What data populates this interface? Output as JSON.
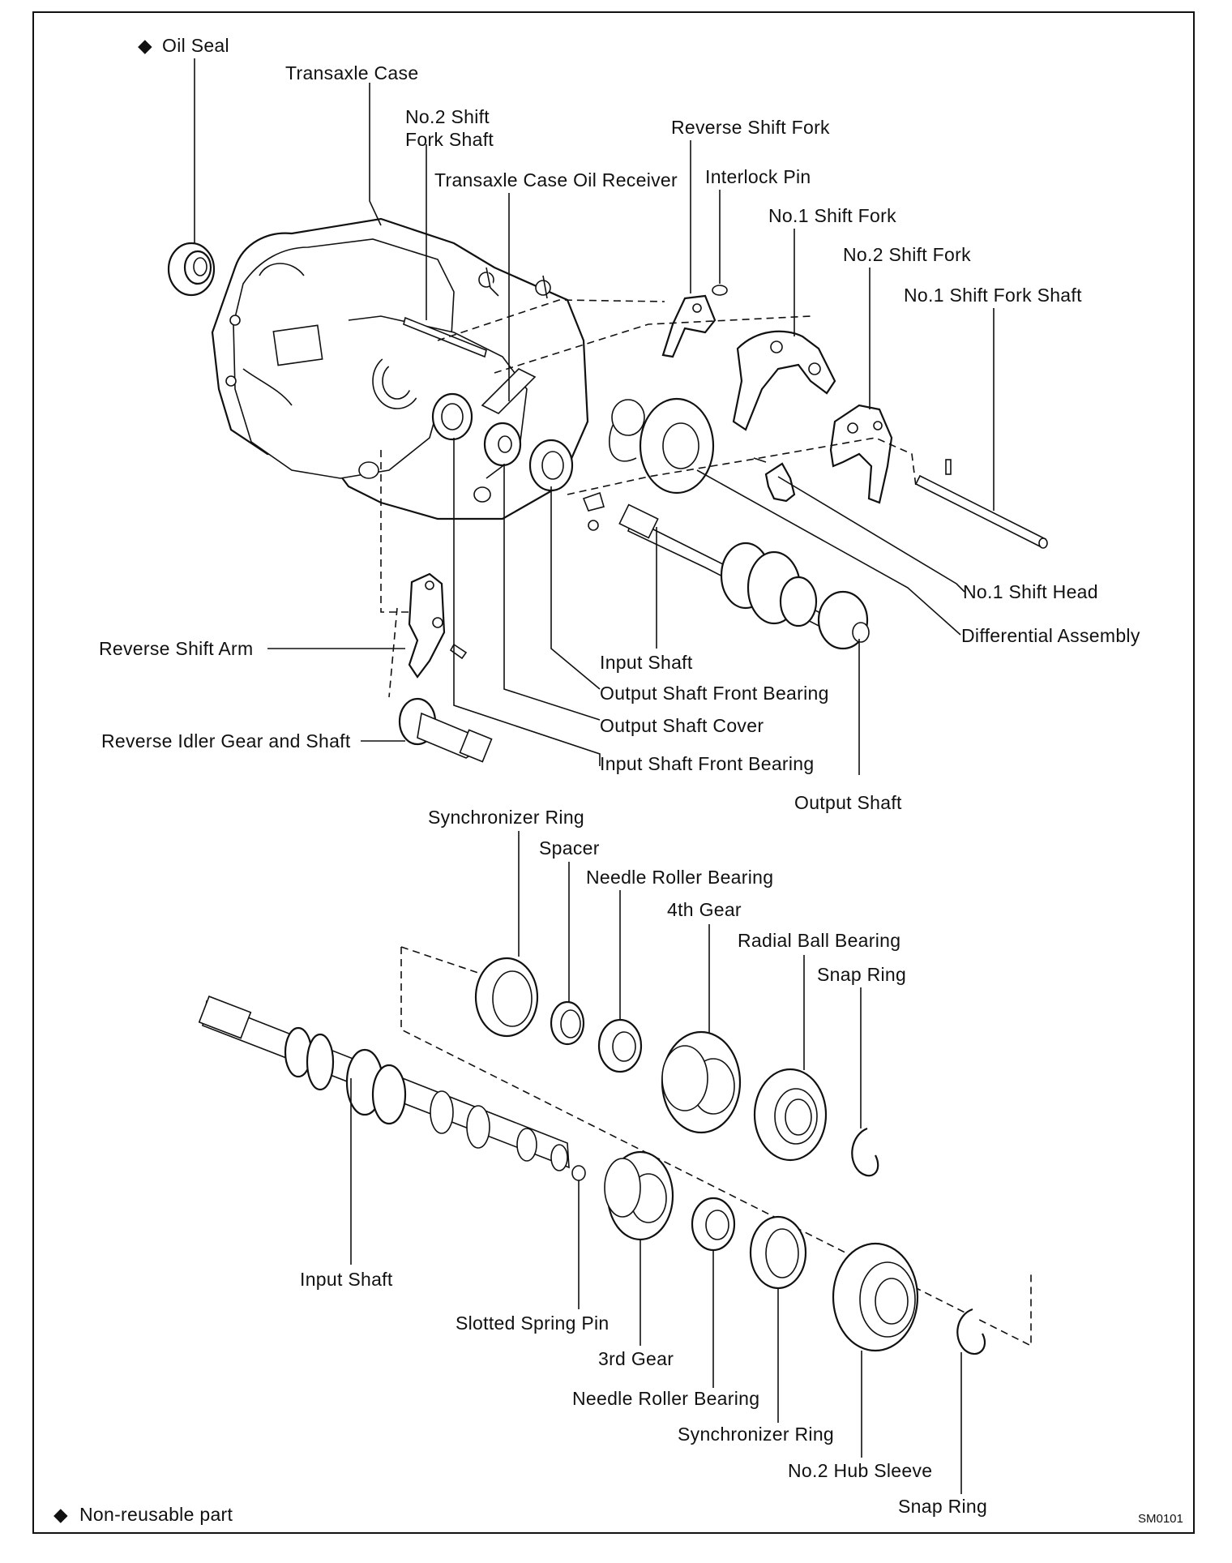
{
  "diagram": {
    "code": "SM0101",
    "legend": {
      "symbol": "◆",
      "text": "Non-reusable part"
    },
    "labels": {
      "oil_seal": "Oil Seal",
      "transaxle_case": "Transaxle Case",
      "no2_shift_fork_shaft_l1": "No.2 Shift",
      "no2_shift_fork_shaft_l2": "Fork Shaft",
      "case_oil_receiver": "Transaxle Case Oil Receiver",
      "reverse_shift_fork": "Reverse Shift Fork",
      "interlock_pin": "Interlock Pin",
      "no1_shift_fork": "No.1 Shift Fork",
      "no2_shift_fork": "No.2 Shift Fork",
      "no1_shift_fork_shaft": "No.1 Shift Fork Shaft",
      "no1_shift_head": "No.1 Shift Head",
      "differential_assembly": "Differential Assembly",
      "reverse_shift_arm": "Reverse Shift Arm",
      "input_shaft_top": "Input Shaft",
      "output_shaft_front_bearing": "Output Shaft Front Bearing",
      "output_shaft_cover": "Output Shaft Cover",
      "input_shaft_front_bearing": "Input Shaft Front Bearing",
      "reverse_idler_gear": "Reverse Idler Gear and Shaft",
      "output_shaft": "Output Shaft",
      "sync_ring_top": "Synchronizer Ring",
      "spacer": "Spacer",
      "needle_bearing_top": "Needle Roller Bearing",
      "fourth_gear": "4th Gear",
      "radial_ball_bearing": "Radial Ball Bearing",
      "snap_ring_top": "Snap Ring",
      "input_shaft_bottom": "Input Shaft",
      "slotted_spring_pin": "Slotted Spring Pin",
      "third_gear": "3rd Gear",
      "needle_bearing_bottom": "Needle Roller Bearing",
      "sync_ring_bottom": "Synchronizer Ring",
      "no2_hub_sleeve": "No.2 Hub Sleeve",
      "snap_ring_bottom": "Snap Ring"
    }
  }
}
